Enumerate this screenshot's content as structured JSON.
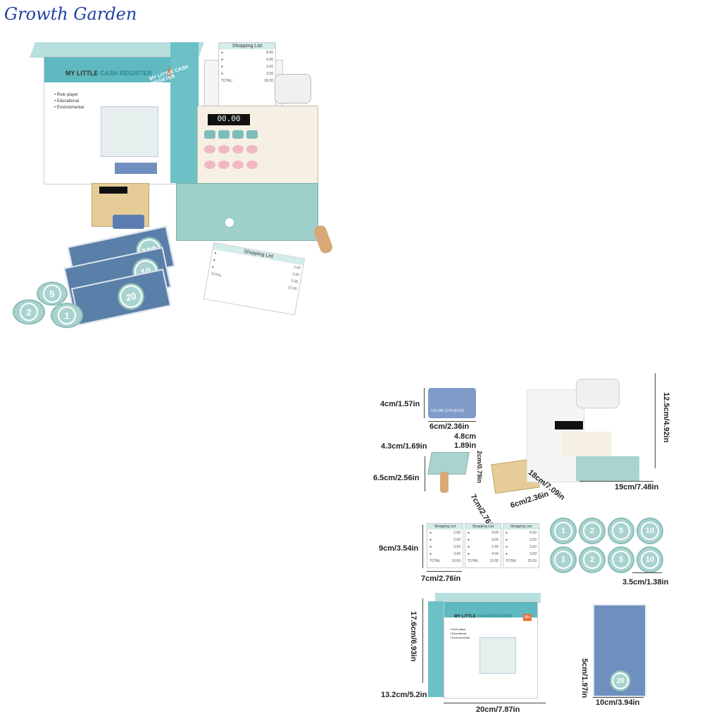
{
  "brand": "Growth Garden",
  "box": {
    "title_prefix": "MY LITTLE ",
    "title_main": "CASH REGISTER",
    "side_title": "MY LITTLE CASH REGISTER",
    "age": "36+",
    "features": [
      "• Role player",
      "• Educational",
      "• Environmental"
    ]
  },
  "register": {
    "shopping_list_title": "Shopping List",
    "prices": [
      "8.00",
      "6.00",
      "3.00",
      "3.00"
    ],
    "total_label": "TOTAL :",
    "total_value": "20.00",
    "display": "00.00"
  },
  "small_list": {
    "title": "Shopping List",
    "prices": [
      "2.00",
      "2.00",
      "3.00"
    ],
    "total_label": "TOTAL :",
    "total_value": "10.00"
  },
  "bills": [
    "100",
    "10",
    "20"
  ],
  "coins": [
    "5",
    "2",
    "1"
  ],
  "card_number": "123 345 1370 80 812",
  "dimensions": {
    "card_h": "4cm/1.57in",
    "card_w": "6cm/2.36in",
    "scanner_w": "4.3cm/1.69in",
    "scanner_top_a": "4.8cm",
    "scanner_top_b": "1.89in",
    "scanner_d": "2cm/0.79in",
    "scanner_h": "6.5cm/2.56in",
    "reader_d": "7cm/2.76in",
    "reader_w": "6cm/2.36in",
    "register_d": "18cm/7.09in",
    "register_w": "19cm/7.48in",
    "register_h": "12.5cm/4.92in",
    "list_h": "9cm/3.54in",
    "list_w": "7cm/2.76in",
    "coin_d": "3.5cm/1.38in",
    "box_h": "17.6cm/6.93in",
    "box_d": "13.2cm/5.2in",
    "box_w": "20cm/7.87in",
    "bill_h": "5cm/1.97in",
    "bill_w": "10cm/3.94in"
  },
  "lists_small": [
    {
      "title": "Shopping List",
      "prices": [
        "2.00",
        "2.00",
        "3.00",
        "3.00"
      ],
      "total": "10.00"
    },
    {
      "title": "Shopping List",
      "prices": [
        "4.00",
        "3.00",
        "2.00",
        "4.00"
      ],
      "total": "13.00"
    },
    {
      "title": "Shopping List",
      "prices": [
        "6.00",
        "3.00",
        "3.00",
        "3.00"
      ],
      "total": "15.00"
    }
  ],
  "coin_grid": [
    "1",
    "2",
    "5",
    "10",
    "1",
    "2",
    "5",
    "10"
  ],
  "bill_stack_value": "20"
}
